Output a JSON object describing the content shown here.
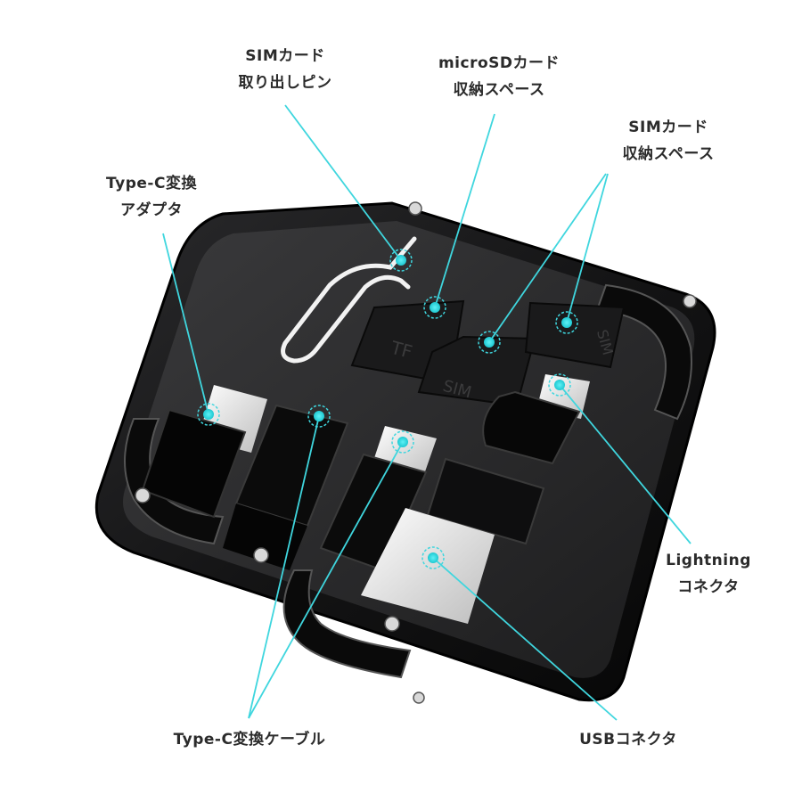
{
  "accent_color": "#3fd6de",
  "labels": {
    "sim_pin": {
      "line1": "SIMカード",
      "line2": "取り出しピン"
    },
    "microsd_space": {
      "line1": "microSDカード",
      "line2": "収納スペース"
    },
    "sim_space": {
      "line1": "SIMカード",
      "line2": "収納スペース"
    },
    "typec_adapter": {
      "line1": "Type-C変換",
      "line2": "アダプタ"
    },
    "lightning": {
      "line1": "Lightning",
      "line2": "コネクタ"
    },
    "typec_cable": {
      "line1": "Type-C変換ケーブル"
    },
    "usb": {
      "line1": "USBコネクタ"
    }
  },
  "slot_engravings": {
    "tf": "TF",
    "sim_center": "SIM",
    "sim_right": "SIM"
  }
}
